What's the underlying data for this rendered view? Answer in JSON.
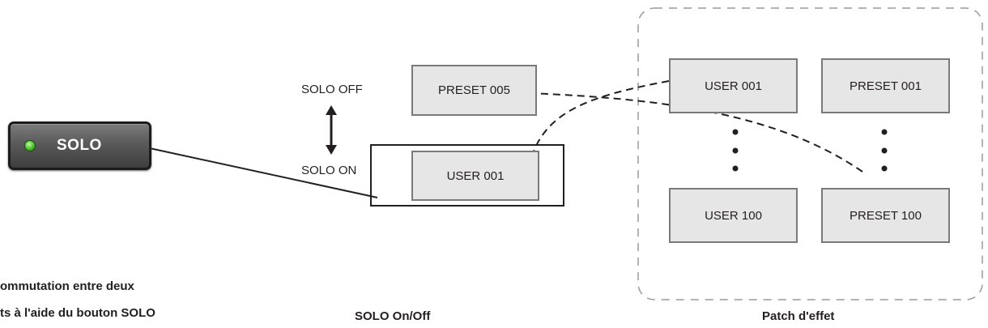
{
  "solo_button": {
    "label": "SOLO",
    "led_color": "#4cbd2e"
  },
  "states": {
    "off_label": "SOLO OFF",
    "on_label": "SOLO ON",
    "off_patch": "PRESET 005",
    "on_patch": "USER 001"
  },
  "patch_grid": {
    "top_left": "USER 001",
    "top_right": "PRESET 001",
    "bottom_left": "USER 100",
    "bottom_right": "PRESET 100"
  },
  "captions": {
    "left_line1": "ommutation entre deux",
    "left_line2": "ts à l'aide du bouton SOLO",
    "middle": "SOLO On/Off",
    "right": "Patch d'effet"
  },
  "colors": {
    "box_fill": "#e6e6e6",
    "box_border": "#7a7a7a",
    "line": "#231f20",
    "group_border": "#9a9a9a"
  }
}
